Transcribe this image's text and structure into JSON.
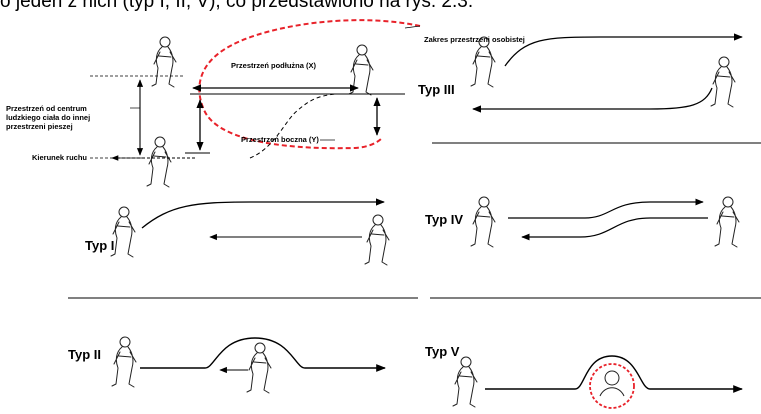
{
  "caption": "o jeden z nich (typ I, II, V), co przedstawiono na rys. 2.3.",
  "main_diagram": {
    "personal_space_extent": "Zakres przestrzeni osobistej",
    "longitudinal_space": "Przestrzeń podłużna (X)",
    "lateral_space": "Przestrzeń boczna (Y)",
    "distance_label": "Przestrzeń od centrum ludzkiego ciała do innej przestrzeni pieszej",
    "direction_of_movement": "Kierunek ruchu"
  },
  "types": {
    "typ_1": "Typ I",
    "typ_2": "Typ II",
    "typ_3": "Typ III",
    "typ_4": "Typ IV",
    "typ_5": "Typ V"
  },
  "colors": {
    "personal_space_boundary": "#e8222a",
    "line": "#000000"
  }
}
